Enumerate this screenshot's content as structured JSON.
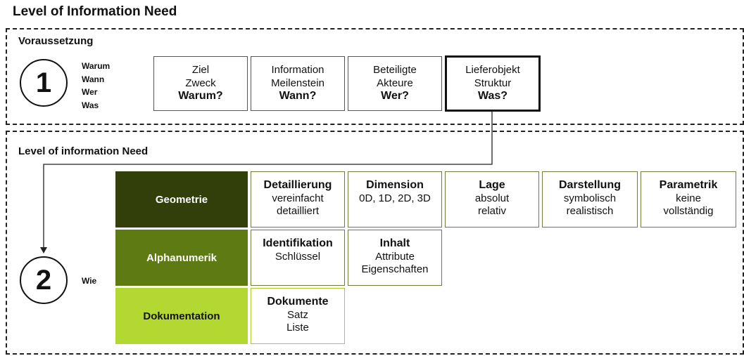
{
  "title": "Level of Information Need",
  "section1": {
    "label": "Voraussetzung",
    "number": "1",
    "questions": [
      "Warum",
      "Wann",
      "Wer",
      "Was"
    ],
    "boxes": [
      {
        "line1": "Ziel",
        "line2": "Zweck",
        "question": "Warum?"
      },
      {
        "line1": "Information",
        "line2": "Meilenstein",
        "question": "Wann?"
      },
      {
        "line1": "Beteiligte",
        "line2": "Akteure",
        "question": "Wer?"
      },
      {
        "line1": "Lieferobjekt",
        "line2": "Struktur",
        "question": "Was?"
      }
    ]
  },
  "section2": {
    "label": "Level of information Need",
    "number": "2",
    "question": "Wie",
    "categories": [
      {
        "label": "Geometrie",
        "color": "#333f0b",
        "text_color": "#ffffff"
      },
      {
        "label": "Alphanumerik",
        "color": "#5e7a12",
        "text_color": "#ffffff"
      },
      {
        "label": "Dokumentation",
        "color": "#b3d832",
        "text_color": "#111111"
      }
    ],
    "geometrie": [
      {
        "head": "Detaillierung",
        "lines": [
          "vereinfacht",
          "detailliert"
        ]
      },
      {
        "head": "Dimension",
        "lines": [
          "0D, 1D, 2D, 3D"
        ]
      },
      {
        "head": "Lage",
        "lines": [
          "absolut",
          "relativ"
        ]
      },
      {
        "head": "Darstellung",
        "lines": [
          "symbolisch",
          "realistisch"
        ]
      },
      {
        "head": "Parametrik",
        "lines": [
          "keine",
          "vollständig"
        ]
      }
    ],
    "alphanumerik": [
      {
        "head": "Identifikation",
        "lines": [
          "Schlüssel"
        ]
      },
      {
        "head": "Inhalt",
        "lines": [
          "Attribute",
          "Eigenschaften"
        ]
      }
    ],
    "dokumentation": [
      {
        "head": "Dokumente",
        "lines": [
          "Satz",
          "Liste"
        ]
      }
    ]
  }
}
